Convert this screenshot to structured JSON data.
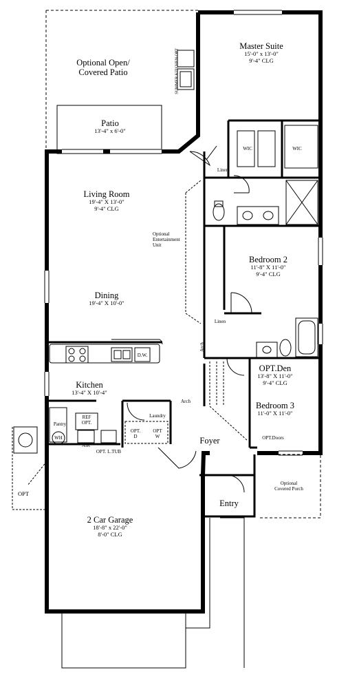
{
  "rooms": {
    "patio_optional": {
      "line1": "Optional Open/",
      "line2": "Covered Patio"
    },
    "patio": {
      "name": "Patio",
      "size": "13'-4\" x 6'-0\""
    },
    "master": {
      "name": "Master Suite",
      "size": "15'-0\" x 13'-0\"",
      "clg": "9'-4\" CLG"
    },
    "living": {
      "name": "Living Room",
      "size": "19'-4\" X 13'-0\"",
      "clg": "9'-4\" CLG"
    },
    "dining": {
      "name": "Dining",
      "size": "19'-4\" X 10'-0\""
    },
    "bedroom2": {
      "name": "Bedroom 2",
      "size": "11'-8\" X 11'-0\"",
      "clg": "9'-4\" CLG"
    },
    "kitchen": {
      "name": "Kitchen",
      "size": "13'-4\" X 10'-4\""
    },
    "den": {
      "name": "OPT.Den",
      "size": "13'-8\" X 11'-0\"",
      "clg": "9'-4\" CLG"
    },
    "bedroom3": {
      "name": "Bedroom 3",
      "size": "11'-0\" X 11'-0\""
    },
    "foyer": {
      "name": "Foyer"
    },
    "entry": {
      "name": "Entry"
    },
    "porch": {
      "line1": "Optional",
      "line2": "Covered Porch"
    },
    "garage": {
      "name": "2 Car Garage",
      "size": "18'-8\" x 22'-0\"",
      "clg": "8'-0\" CLG"
    }
  },
  "labels": {
    "summer_kitchen": "SUMMER KITCHEN OPT",
    "wic": "WIC",
    "linen": "Linen",
    "entertainment1": "Optional",
    "entertainment2": "Entertainment",
    "entertainment3": "Unit",
    "arch": "Arch",
    "dw": "D.W.",
    "pantry": "Pantry",
    "ref": "REF",
    "ref_opt": "OPT.",
    "laundry": "Laundry",
    "wh": "WH",
    "air": "AIR",
    "opt_lt_tub": "OPT. L.TUB",
    "opt_d": "OPT.",
    "d": "D",
    "opt_w": "OPT",
    "w": "W",
    "opt_doors": "OPT.Doors",
    "opt_garage": "OPT"
  },
  "colors": {
    "wall": "#000000",
    "background": "#ffffff",
    "optional_line": "#000000"
  }
}
